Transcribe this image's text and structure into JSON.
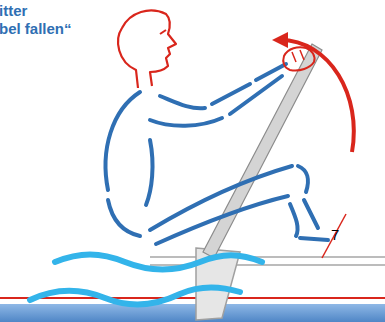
{
  "diagram": {
    "labels": [
      "itter",
      "bel fallen“",
      "7"
    ]
  }
}
